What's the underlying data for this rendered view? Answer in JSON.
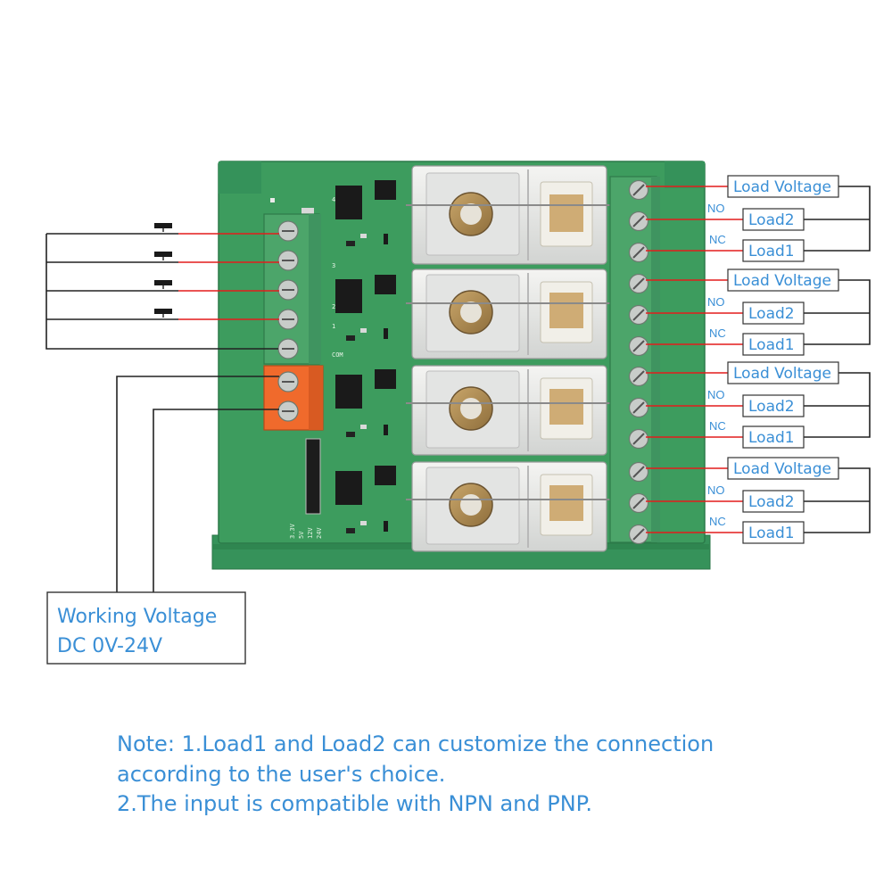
{
  "terminal_labels": {
    "load_voltage": "Load Voltage",
    "load2": "Load2",
    "load1": "Load1",
    "no": "NO",
    "nc": "NC"
  },
  "working_voltage": {
    "line1": "Working Voltage",
    "line2": "DC 0V-24V"
  },
  "note": {
    "line1": "Note: 1.Load1 and Load2 can customize the connection",
    "line2": "according to the user's choice.",
    "line3": "2.The input is compatible with NPN and PNP."
  },
  "board_silkscreen": {
    "voltage_options": [
      "3.3V",
      "5V",
      "12V",
      "24V"
    ],
    "input_channels": [
      "4",
      "3",
      "2",
      "1"
    ],
    "com_label": "COM"
  },
  "colors": {
    "board": "#3d9c5e",
    "terminal": "#4ca56a",
    "power_terminal": "#f06a2c",
    "wire_red": "#e41c1c",
    "wire_black": "#222222",
    "label_text": "#3a8fd6"
  }
}
